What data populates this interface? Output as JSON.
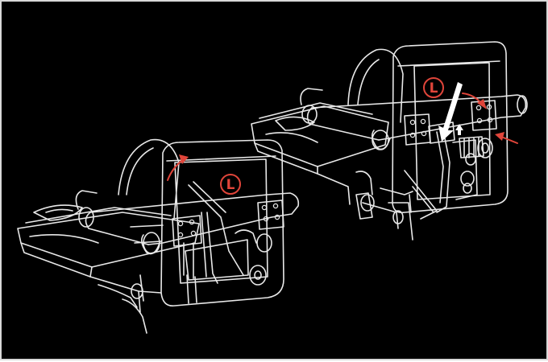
{
  "figure": {
    "left_unit_label": "L",
    "right_unit_label": "L",
    "icons": [
      "seat-mount-drawing",
      "rotate-arrow-icon",
      "pull-arrow-icon",
      "push-arrow-icon"
    ]
  },
  "colors": {
    "background": "#000000",
    "frame_border": "#d8d8d8",
    "line_art": "#e8e8e8",
    "accent": "#e0453a",
    "highlight_arrow": "#ffffff"
  }
}
